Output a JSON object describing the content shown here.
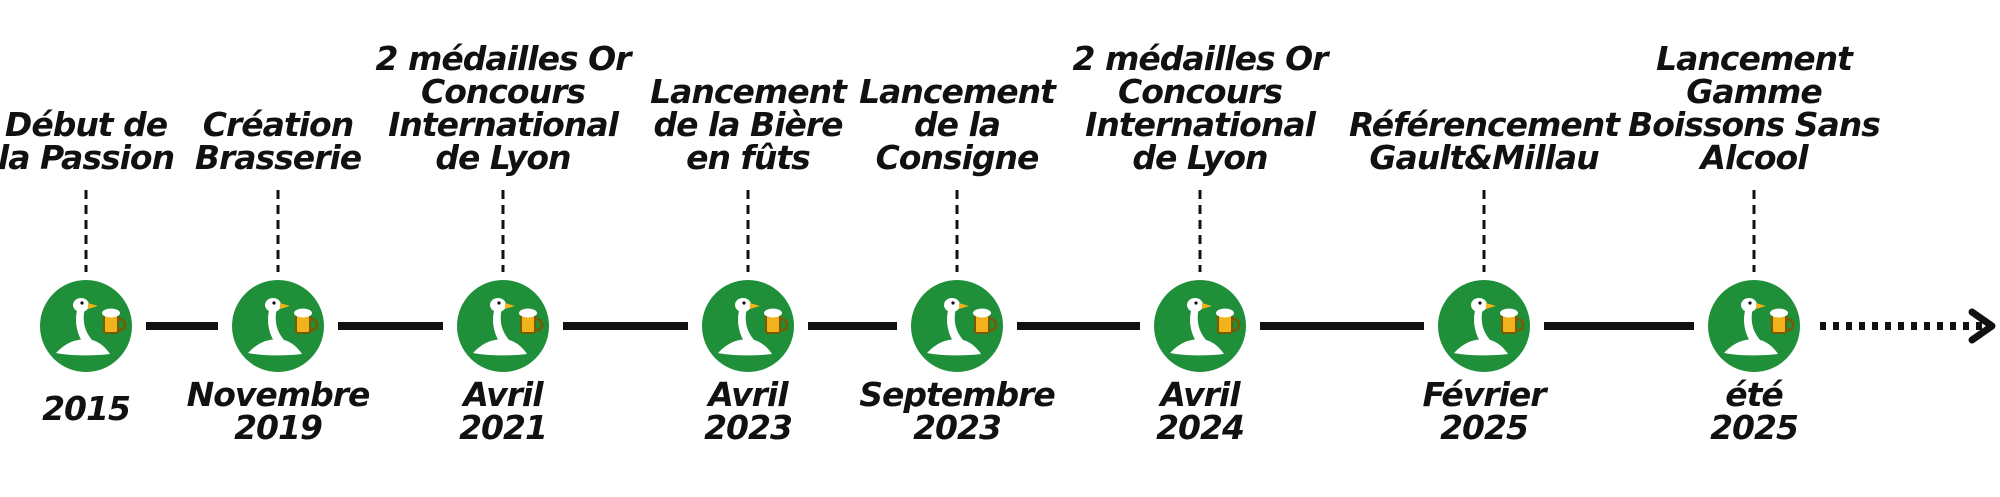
{
  "colors": {
    "circle": "#1f8f3a",
    "goose": "#ffffff",
    "beer": "#f2b21b",
    "line": "#111111"
  },
  "icon": "goose-with-beer-icon",
  "timeline": {
    "milestones": [
      {
        "event": "Début de\nla Passion",
        "date": "2015"
      },
      {
        "event": "Création\nBrasserie",
        "date": "Novembre\n2019"
      },
      {
        "event": "2 médailles Or\nConcours\nInternational\nde Lyon",
        "date": "Avril\n2021"
      },
      {
        "event": "Lancement\nde la Bière\nen fûts",
        "date": "Avril\n2023"
      },
      {
        "event": "Lancement\nde la\nConsigne",
        "date": "Septembre\n2023"
      },
      {
        "event": "2 médailles Or\nConcours\nInternational\nde Lyon",
        "date": "Avril\n2024"
      },
      {
        "event": "Référencement\nGault&Millau",
        "date": "Février\n2025"
      },
      {
        "event": "Lancement\nGamme\nBoissons Sans\nAlcool",
        "date": "été\n2025"
      }
    ]
  }
}
